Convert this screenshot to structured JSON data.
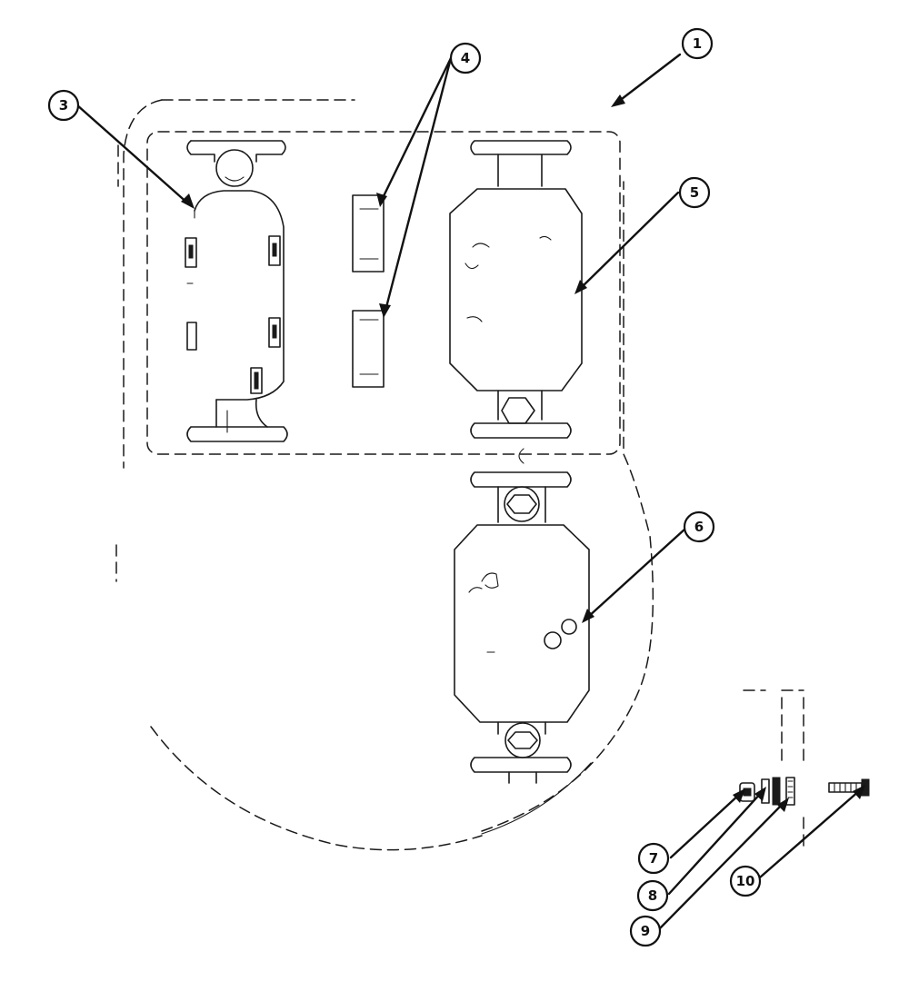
{
  "callouts": [
    {
      "id": "callout-1",
      "text": "1"
    },
    {
      "id": "callout-3",
      "text": "3"
    },
    {
      "id": "callout-4",
      "text": "4"
    },
    {
      "id": "callout-5",
      "text": "5"
    },
    {
      "id": "callout-6",
      "text": "6"
    },
    {
      "id": "callout-7",
      "text": "7"
    },
    {
      "id": "callout-8",
      "text": "8"
    },
    {
      "id": "callout-9",
      "text": "9"
    },
    {
      "id": "callout-10",
      "text": "10"
    }
  ]
}
